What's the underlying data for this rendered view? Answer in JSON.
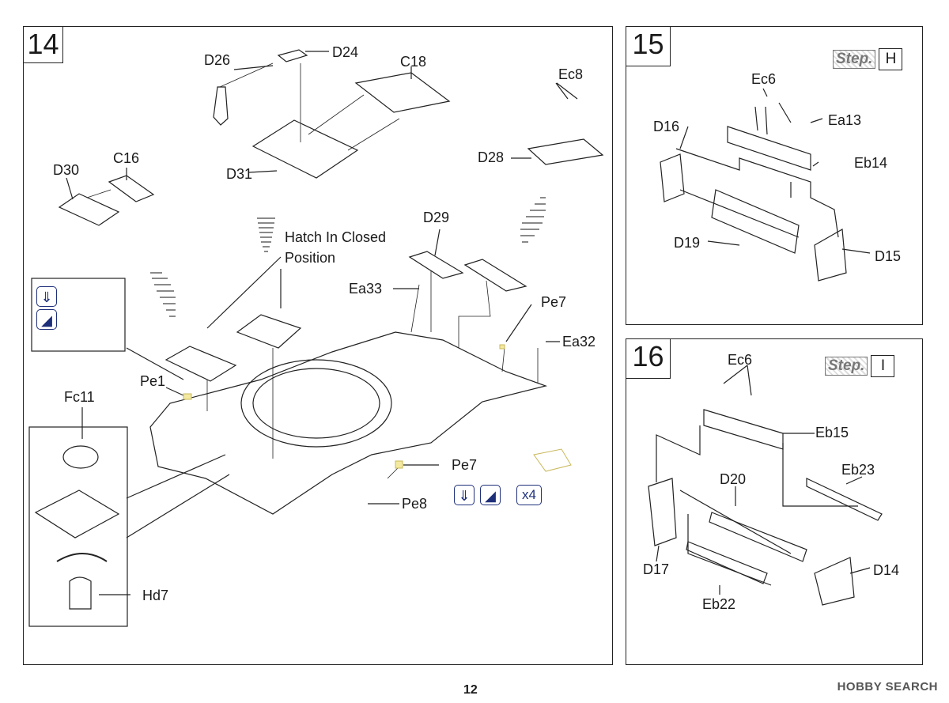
{
  "step14": {
    "number": "14",
    "labels": {
      "d26": "D26",
      "d24": "D24",
      "c18": "C18",
      "ec8": "Ec8",
      "d30": "D30",
      "c16": "C16",
      "d31": "D31",
      "d28": "D28",
      "d29": "D29",
      "hatch_line1": "Hatch In Closed",
      "hatch_line2": "Position",
      "ea33": "Ea33",
      "pe7_top": "Pe7",
      "ea32": "Ea32",
      "pe1": "Pe1",
      "fc11": "Fc11",
      "pe7_bottom": "Pe7",
      "pe8": "Pe8",
      "hd7": "Hd7"
    },
    "quantity": "x4"
  },
  "step15": {
    "number": "15",
    "step_word": "Step.",
    "step_letter": "H",
    "labels": {
      "ec6": "Ec6",
      "d16": "D16",
      "ea13": "Ea13",
      "eb14": "Eb14",
      "d19": "D19",
      "d15": "D15"
    }
  },
  "step16": {
    "number": "16",
    "step_word": "Step.",
    "step_letter": "I",
    "labels": {
      "ec6": "Ec6",
      "eb15": "Eb15",
      "d20": "D20",
      "eb23": "Eb23",
      "d17": "D17",
      "d14": "D14",
      "eb22": "Eb22"
    }
  },
  "page_number": "12",
  "watermark": "HOBBY SEARCH",
  "icons": [
    "glue-arrow-icon",
    "paint-brush-icon"
  ]
}
